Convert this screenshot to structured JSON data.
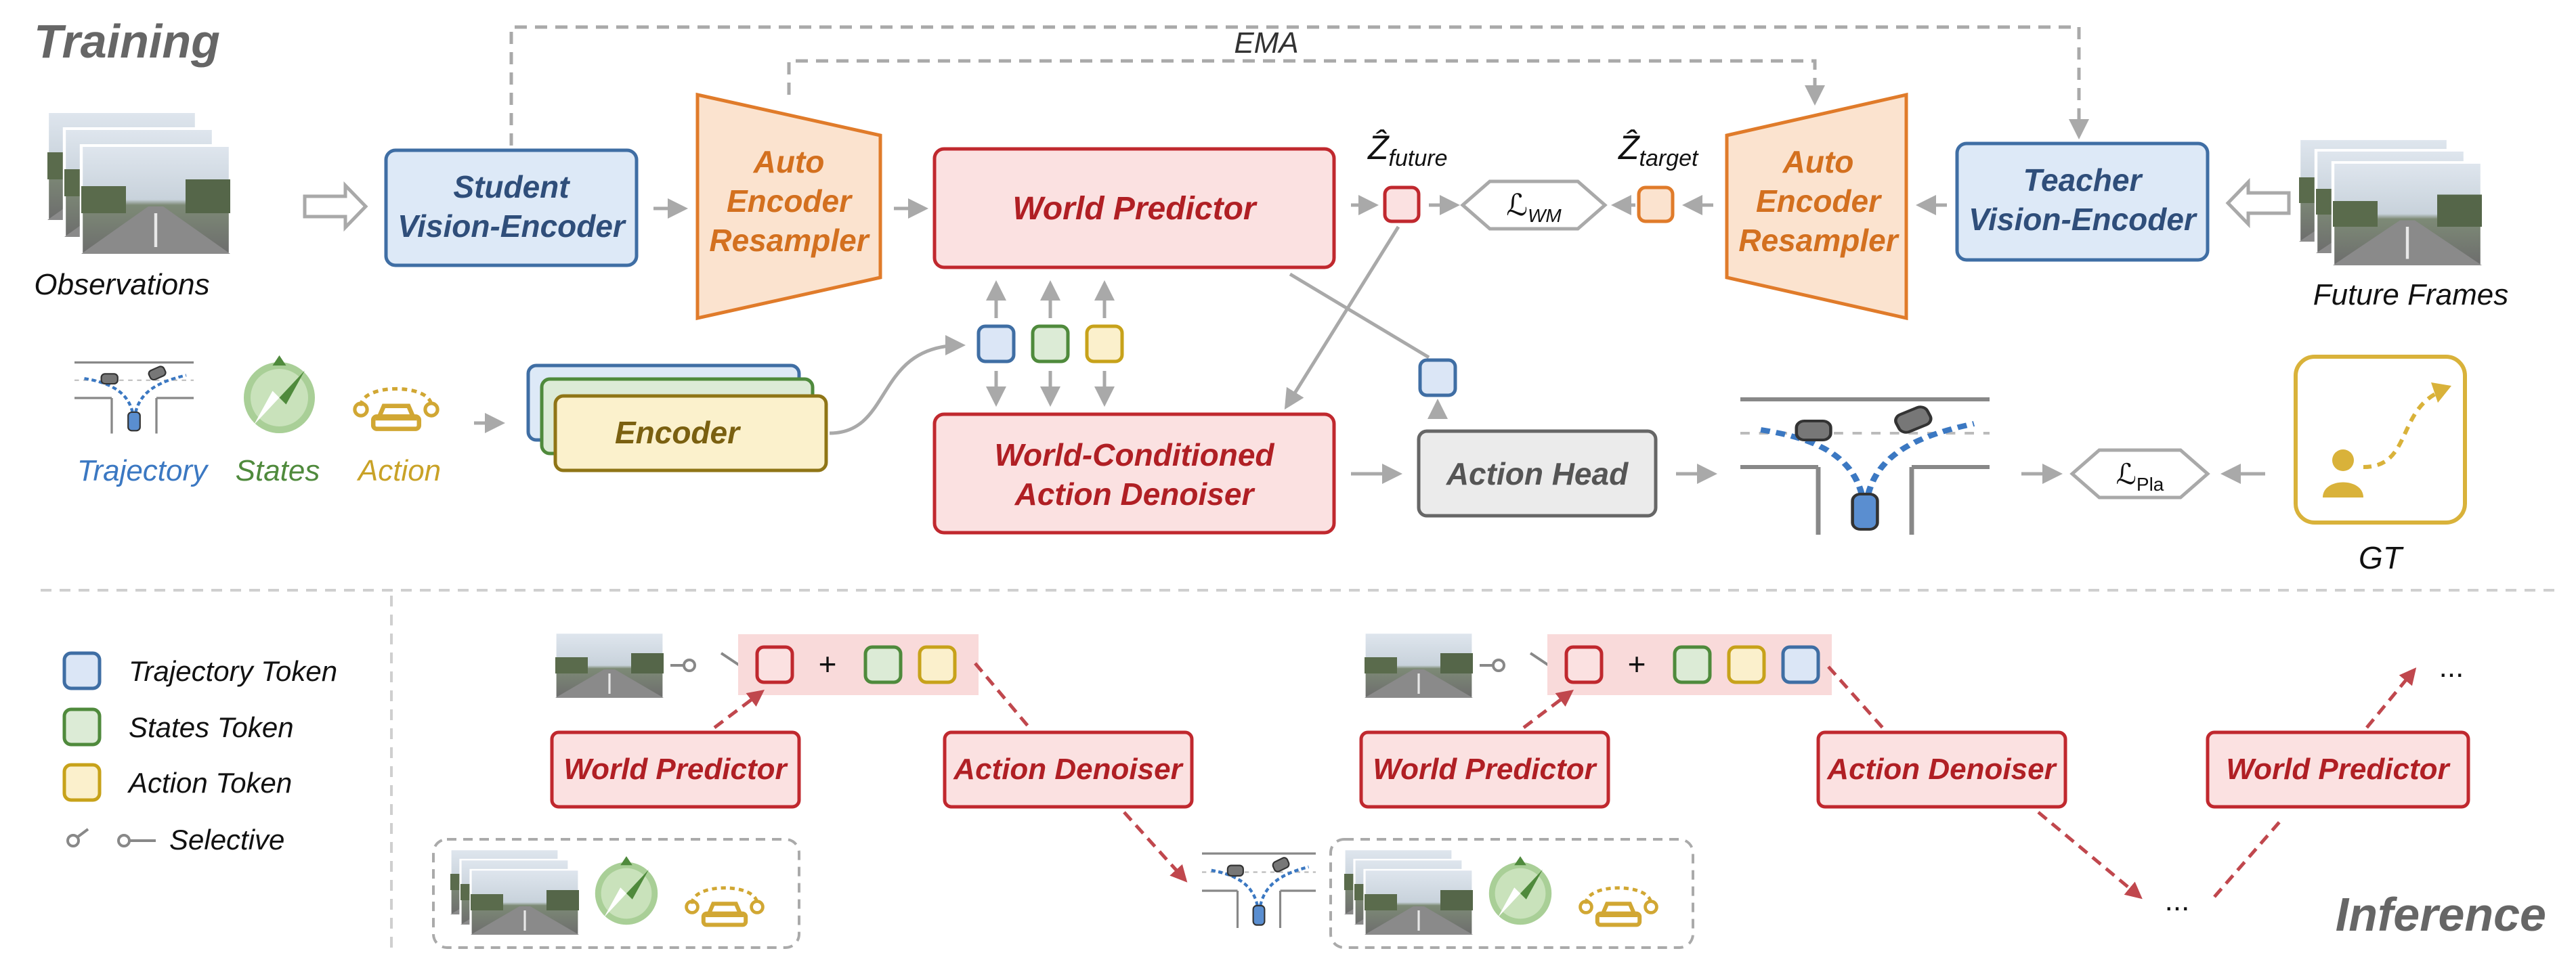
{
  "headings": {
    "training": "Training",
    "inference": "Inference",
    "ema": "EMA"
  },
  "inputs": {
    "observations": "Observations",
    "future_frames": "Future Frames",
    "trajectory": "Trajectory",
    "states": "States",
    "action": "Action",
    "gt": "GT"
  },
  "boxes": {
    "student_line1": "Student",
    "student_line2": "Vision-Encoder",
    "teacher_line1": "Teacher",
    "teacher_line2": "Vision-Encoder",
    "resampler_line1": "Auto",
    "resampler_line2": "Encoder",
    "resampler_line3": "Resampler",
    "world_predictor": "World Predictor",
    "encoder": "Encoder",
    "denoiser_line1": "World-Conditioned",
    "denoiser_line2": "Action Denoiser",
    "action_head": "Action Head"
  },
  "latents": {
    "z_symbol": "Ẑ",
    "future_sub": "future",
    "target_sub": "target"
  },
  "losses": {
    "wm_symbol": "ℒ",
    "wm_sub": "WM",
    "pla_symbol": "ℒ",
    "pla_sub": "Pla"
  },
  "legend": {
    "trajectory_token": "Trajectory Token",
    "states_token": "States Token",
    "action_token": "Action Token",
    "selective": "Selective"
  },
  "inference": {
    "world_predictor": "World Predictor",
    "action_denoiser": "Action Denoiser",
    "plus": "+",
    "ellipsis": "..."
  },
  "colors": {
    "student_fill": "#dde9f7",
    "student_stroke": "#3f6ea4",
    "resampler_fill": "#fbe3cf",
    "resampler_stroke": "#e07b2a",
    "red_fill": "#fbe1e1",
    "red_stroke": "#c0282e",
    "encoder_fill": "#fbf1cc",
    "encoder_stroke": "#c7a21a",
    "token_blue": "#dbe6f6",
    "token_green": "#dcebd6",
    "token_yellow": "#fbf0cc",
    "trajectory_text": "#3b78c2",
    "states_text": "#4f8a3c",
    "action_text": "#c9a227",
    "arrow_gray": "#aaaaaa",
    "dash_red": "#c0474d"
  },
  "icons": [
    "camera-frame-icon",
    "road-intersection-icon",
    "compass-icon",
    "car-route-icon",
    "driver-route-icon",
    "selective-switch-icon"
  ]
}
